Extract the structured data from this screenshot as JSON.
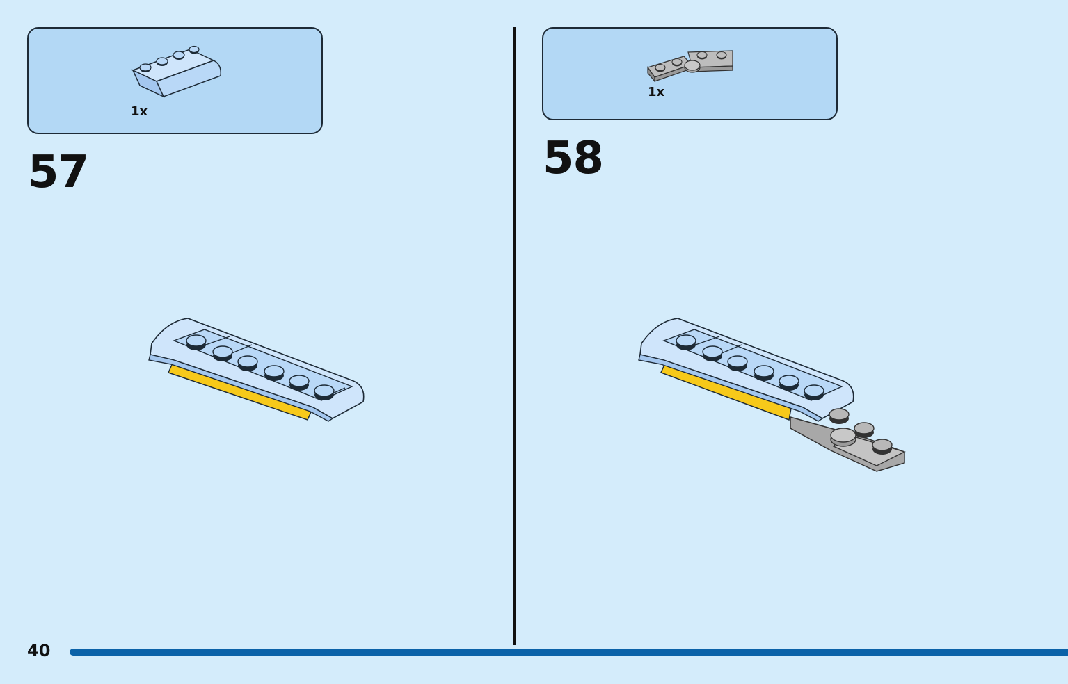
{
  "page": {
    "number": "40"
  },
  "steps": [
    {
      "number": "57",
      "parts": [
        {
          "qty": "1x",
          "part": "light-blue-curved-slope-brick",
          "color": "#b9d8f7"
        }
      ]
    },
    {
      "number": "58",
      "parts": [
        {
          "qty": "1x",
          "part": "grey-hinge-plate",
          "color": "#a8a8a8"
        }
      ]
    }
  ],
  "colors": {
    "background": "#d4ecfb",
    "parts_box": "#b3d8f5",
    "light_blue_brick": "#b9d8f7",
    "yellow_plate": "#f7c91a",
    "grey_plate": "#a8a8a8",
    "footer_bar": "#0b62a8"
  }
}
